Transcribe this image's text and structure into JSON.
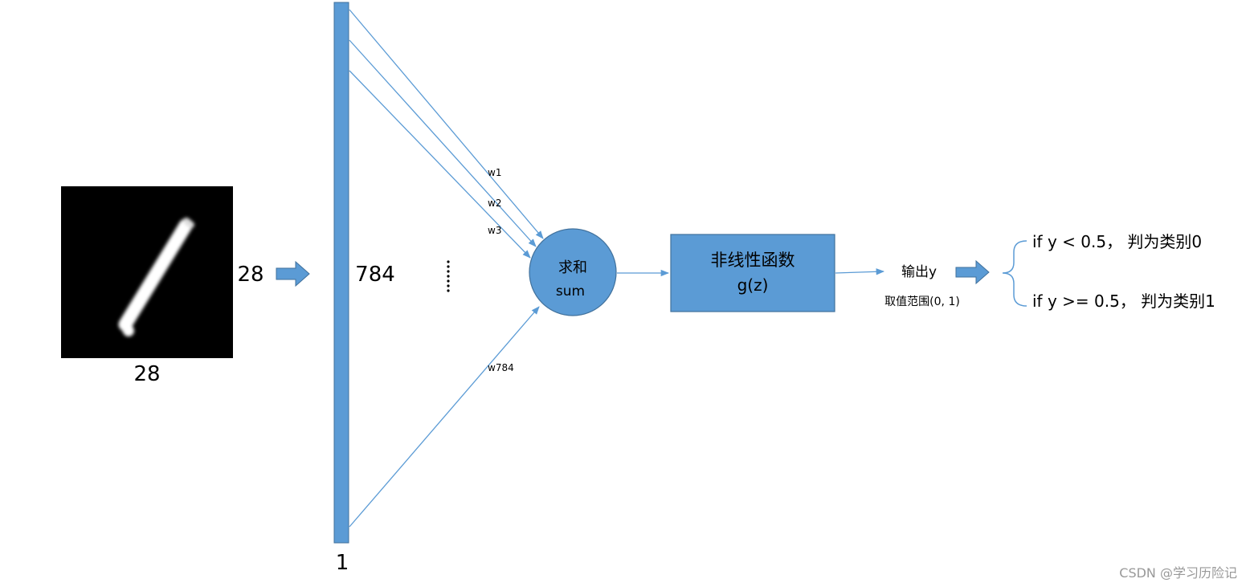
{
  "input_image": {
    "width_label": "28",
    "height_label": "28"
  },
  "vector": {
    "length_label": "784",
    "width_label": "1",
    "ellipsis": "......"
  },
  "weights": [
    "w1",
    "w2",
    "w3",
    "w784"
  ],
  "sum_node": {
    "line1": "求和",
    "line2": "sum"
  },
  "activation": {
    "line1": "非线性函数",
    "line2": "g(z)"
  },
  "output": {
    "label": "输出y",
    "range": "取值范围(0, 1)"
  },
  "decision": {
    "rule0": "if y < 0.5， 判为类别0",
    "rule1": "if y >= 0.5， 判为类别1"
  },
  "watermark": "CSDN @学习历险记",
  "colors": {
    "accent": "#5b9bd5",
    "accent_dark": "#41719c",
    "line": "#5b9bd5",
    "image_bg": "#000000",
    "stroke": "#ffffff"
  }
}
